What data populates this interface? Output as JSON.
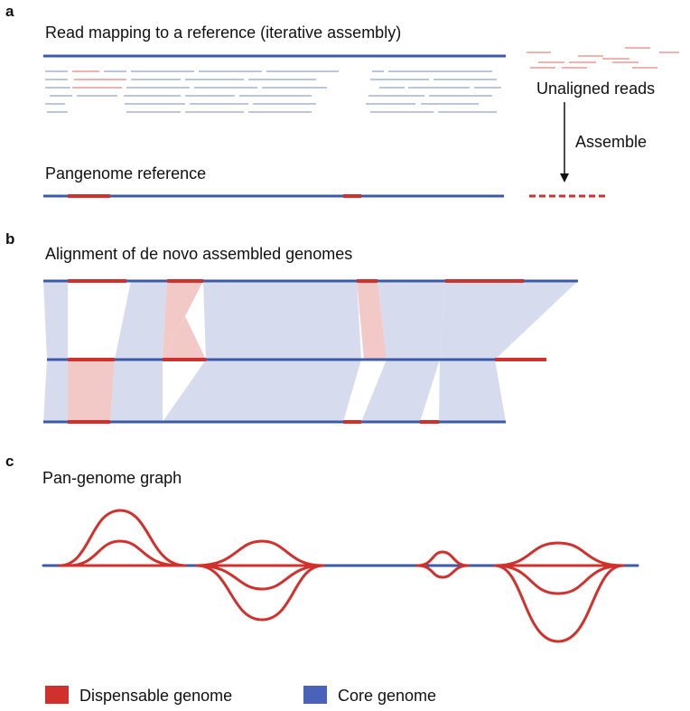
{
  "colors": {
    "dispensable": "#d0312d",
    "core": "#3b5aa8",
    "dispensable_light": "#f2c9c6",
    "core_light": "#d6dbee",
    "read_core": "#8fa3c8",
    "read_dispensable": "#e4857f"
  },
  "panel_a": {
    "letter": "a",
    "title": "Read mapping to a reference (iterative assembly)",
    "unaligned_label": "Unaligned reads",
    "assemble_label": "Assemble",
    "pangenome_label": "Pangenome reference"
  },
  "panel_b": {
    "letter": "b",
    "title": "Alignment of de novo assembled genomes"
  },
  "panel_c": {
    "letter": "c",
    "title": "Pan-genome graph"
  },
  "legend": {
    "dispensable_label": "Dispensable genome",
    "core_label": "Core genome",
    "dispensable_icon": "red-square-icon",
    "core_icon": "blue-square-icon"
  }
}
